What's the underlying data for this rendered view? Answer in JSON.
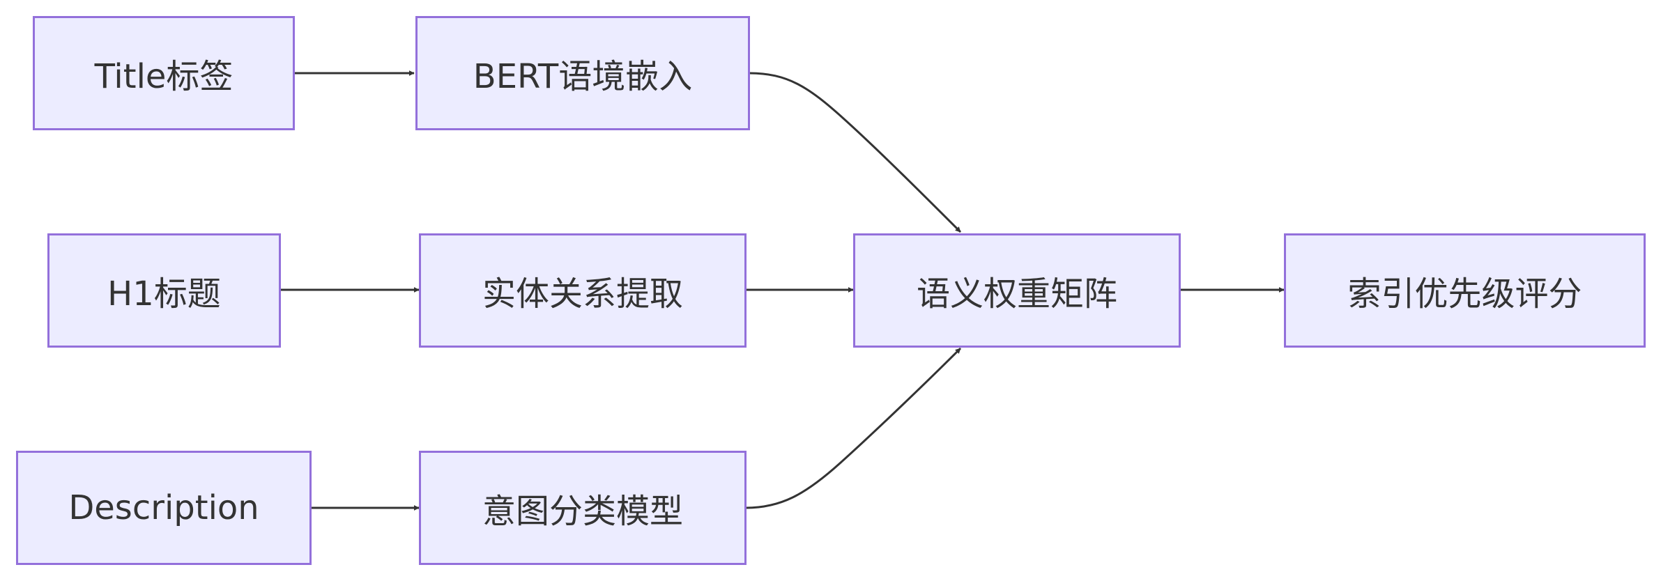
{
  "diagram": {
    "nodes": {
      "title_tag": "Title标签",
      "h1_heading": "H1标题",
      "description": "Description",
      "bert_embedding": "BERT语境嵌入",
      "entity_relation": "实体关系提取",
      "intent_model": "意图分类模型",
      "semantic_matrix": "语义权重矩阵",
      "index_score": "索引优先级评分"
    },
    "edges": [
      {
        "from": "title_tag",
        "to": "bert_embedding"
      },
      {
        "from": "h1_heading",
        "to": "entity_relation"
      },
      {
        "from": "description",
        "to": "intent_model"
      },
      {
        "from": "bert_embedding",
        "to": "semantic_matrix"
      },
      {
        "from": "entity_relation",
        "to": "semantic_matrix"
      },
      {
        "from": "intent_model",
        "to": "semantic_matrix"
      },
      {
        "from": "semantic_matrix",
        "to": "index_score"
      }
    ],
    "colors": {
      "node_fill": "#ececff",
      "node_border": "#9370db",
      "edge": "#333333",
      "text": "#333333"
    }
  }
}
